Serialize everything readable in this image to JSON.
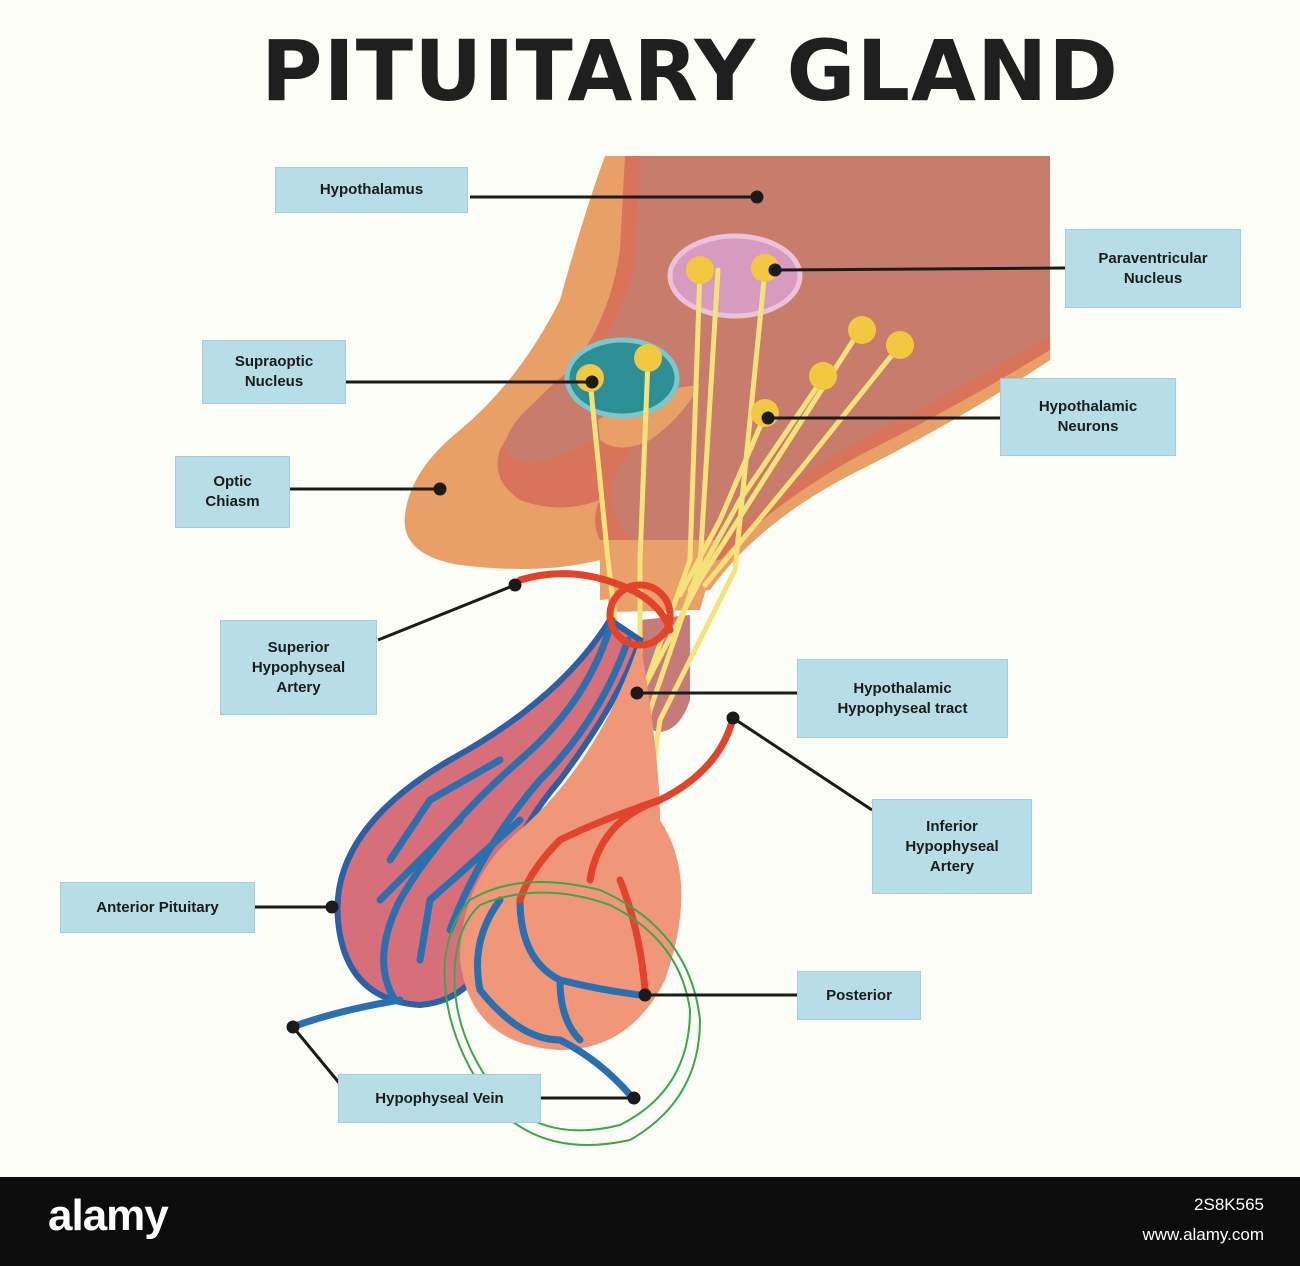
{
  "title": "PITUITARY GLAND",
  "labels": {
    "hypothalamus": "Hypothalamus",
    "paraventricular_nucleus": "Paraventricular\nNucleus",
    "supraoptic_nucleus": "Supraoptic\nNucleus",
    "hypothalamic_neurons": "Hypothalamic\nNeurons",
    "optic_chiasm": "Optic\nChiasm",
    "superior_hypophyseal_artery": "Superior\nHypophyseal\nArtery",
    "hypothalamic_hypophyseal_tract": "Hypothalamic\nHypophyseal tract",
    "inferior_hypophyseal_artery": "Inferior\nHypophyseal\nArtery",
    "anterior_pituitary": "Anterior Pituitary",
    "posterior": "Posterior",
    "hypophyseal_vein": "Hypophyseal Vein"
  },
  "footer": {
    "brand": "alamy",
    "image_id": "2S8K565",
    "url": "www.alamy.com"
  },
  "colors": {
    "label_fill": "#b7dde6",
    "brain_tissue": "#c97f6b",
    "artery": "#e2432a",
    "vein": "#2a6fb0",
    "nerve_fiber": "#f6e27a",
    "annotation_circle": "#3aa84a"
  }
}
